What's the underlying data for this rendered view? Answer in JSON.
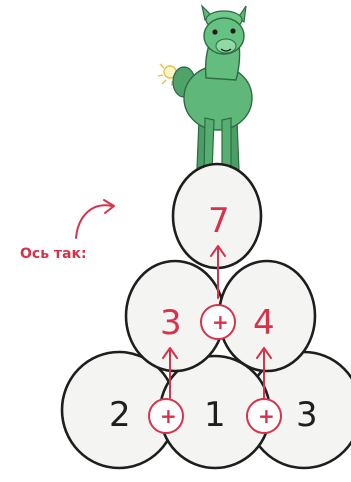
{
  "hint": {
    "label": "Ось так:"
  },
  "pyramid": {
    "top": {
      "value": "7"
    },
    "middle": [
      {
        "value": "3"
      },
      {
        "value": "4"
      }
    ],
    "bottom": [
      {
        "value": "2"
      },
      {
        "value": "1"
      },
      {
        "value": "3"
      }
    ],
    "operator": "+"
  },
  "illustration": {
    "character": "green alpaca",
    "object": "eggs"
  },
  "colors": {
    "accent": "#d8324a",
    "ink": "#1e1e1e",
    "egg_fill": "#f4f4f2",
    "alpaca_green": "#5fb87a"
  }
}
